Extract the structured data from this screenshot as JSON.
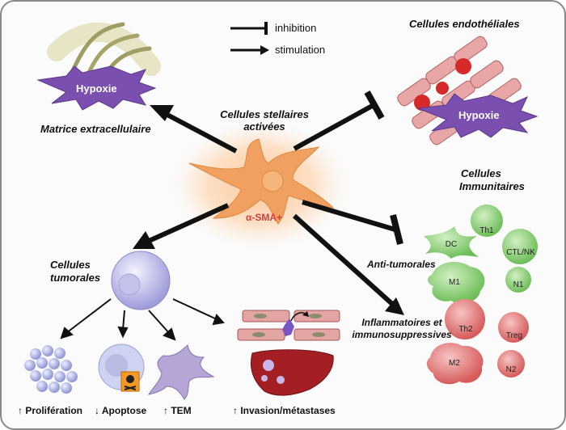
{
  "legend": {
    "inhibition": "inhibition",
    "stimulation": "stimulation"
  },
  "nodes": {
    "stellate_line1": "Cellules stellaires",
    "stellate_line2": "activées",
    "sma": "α-SMA+",
    "matrix": "Matrice extracellulaire",
    "endothelial": "Cellules endothéliales",
    "hypoxie_left": "Hypoxie",
    "hypoxie_right": "Hypoxie",
    "immune_line1": "Cellules",
    "immune_line2": "Immunitaires",
    "tumor_line1": "Cellules",
    "tumor_line2": "tumorales",
    "anti_tumorales": "Anti-tumorales",
    "inflam_line1": "Inflammatoires et",
    "inflam_line2": "immunosuppressives"
  },
  "immune_cells": {
    "anti": [
      "Th1",
      "DC",
      "CTL/NK",
      "M1",
      "N1"
    ],
    "pro": [
      "Th2",
      "Treg",
      "M2",
      "N2"
    ]
  },
  "outcomes": {
    "proliferation": "↑ Prolifération",
    "apoptose": "↓ Apoptose",
    "tem": "↑ TEM",
    "invasion": "↑ Invasion/métastases"
  },
  "colors": {
    "stellate": "#f0a060",
    "halo": "#fde0c6",
    "hypoxie": "#7a4fb0",
    "tumor_cell": "#c9c8ee",
    "anti_immune": "#8dcc7a",
    "pro_immune": "#e57a7a",
    "liver": "#a41f24",
    "arrow": "#111111"
  }
}
